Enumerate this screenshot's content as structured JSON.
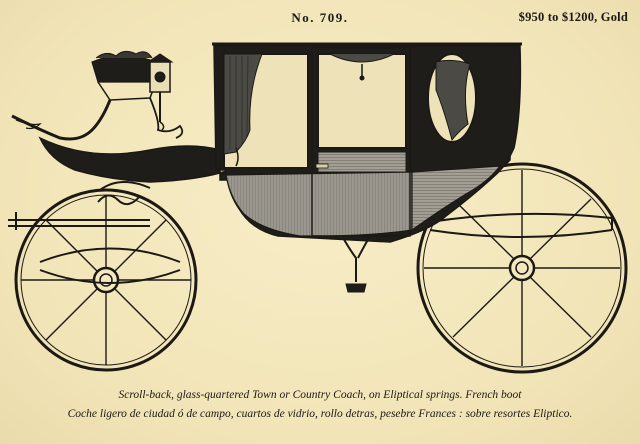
{
  "header": {
    "number": "No. 709.",
    "price": "$950 to $1200, Gold"
  },
  "caption": {
    "english": "Scroll-back, glass-quartered Town or Country Coach, on Eliptical springs.   French boot",
    "spanish": "Coche ligero de ciudad ó de campo, cuartos de vidrio, rollo detras, pesebre Frances : sobre resortes Eliptico."
  },
  "colors": {
    "paper": "#f3e8bf",
    "ink": "#1c1915",
    "body_dark": "#1f1d1a",
    "panel_gray": "#8d8a82"
  }
}
